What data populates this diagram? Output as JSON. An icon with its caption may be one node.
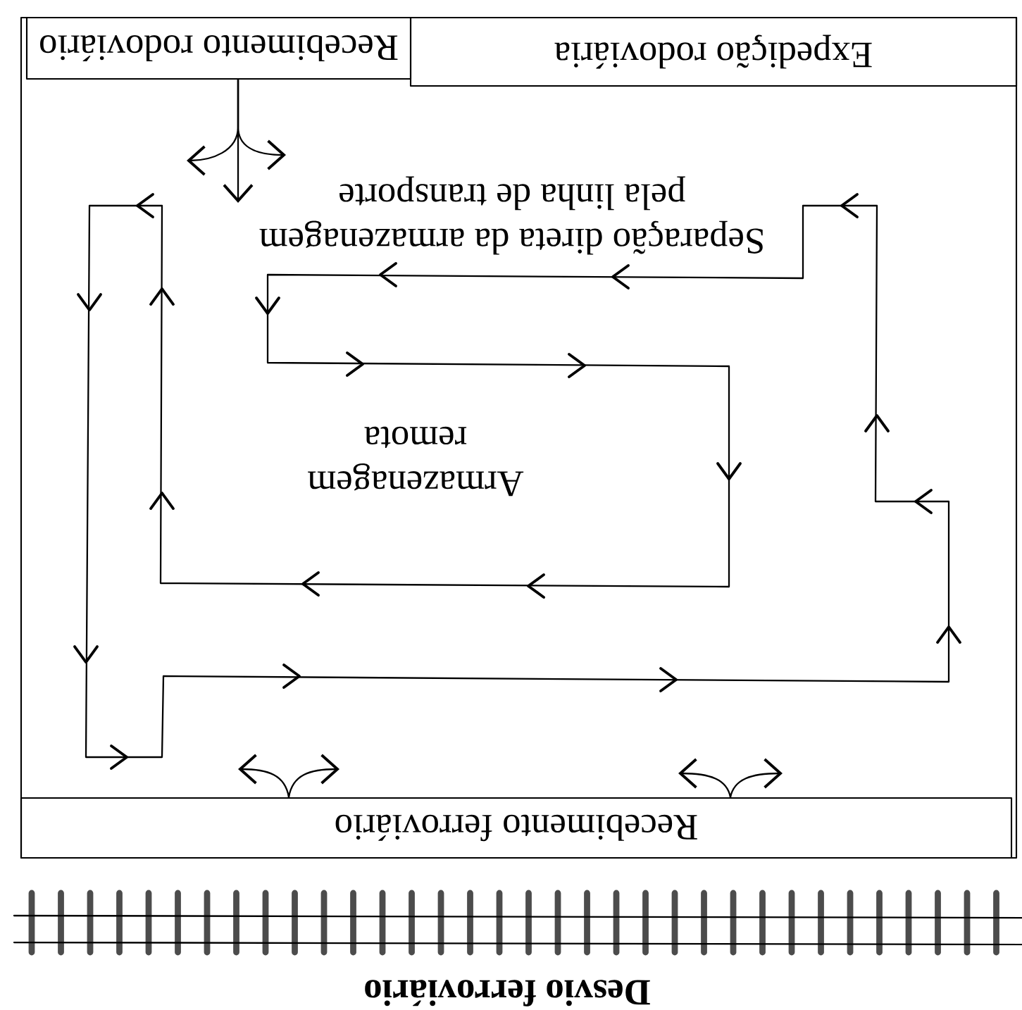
{
  "diagram": {
    "nodes": [
      {
        "text": [
          "Recebimento rodoviário"
        ]
      },
      {
        "text": [
          "Expedição rodoviária"
        ]
      },
      {
        "text": [
          "Recebimento ferroviário"
        ]
      }
    ],
    "edges": [
      {
        "from": 0,
        "to": null,
        "arrow": "to"
      },
      {
        "from": 0,
        "to": null,
        "arrow": "to"
      },
      {
        "from": 0,
        "to": null,
        "arrow": "to"
      },
      {
        "from": 2,
        "to": null,
        "arrow": "to"
      },
      {
        "from": 2,
        "to": null,
        "arrow": "to"
      },
      {
        "from": 2,
        "to": null,
        "arrow": "to"
      },
      {
        "from": 2,
        "to": null,
        "arrow": "to"
      }
    ],
    "labels": [
      "Separação direta da armazenagem pela linha de transporte",
      "Armazenagem remota",
      "Desvio ferroviário"
    ]
  }
}
